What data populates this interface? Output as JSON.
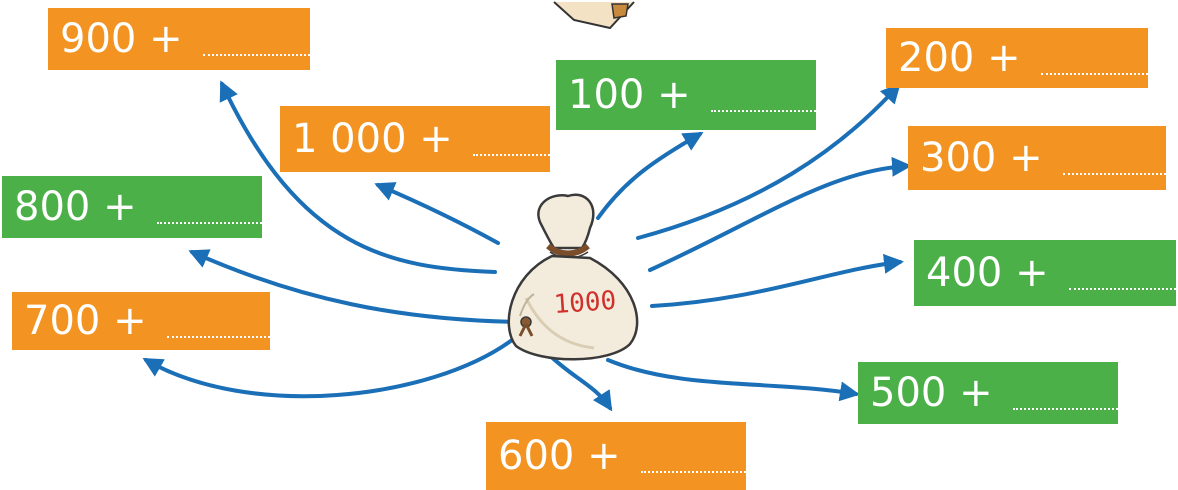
{
  "bag": {
    "value": "1000"
  },
  "boxes": {
    "b900": {
      "label": "900 +",
      "color": "#f39321"
    },
    "b100": {
      "label": "100 +",
      "color": "#4cb049"
    },
    "b1000": {
      "label": "1 000 +",
      "color": "#f39321"
    },
    "b200": {
      "label": "200 +",
      "color": "#f39321"
    },
    "b300": {
      "label": "300 +",
      "color": "#f39321"
    },
    "b800": {
      "label": "800 +",
      "color": "#4cb049"
    },
    "b400": {
      "label": "400 +",
      "color": "#4cb049"
    },
    "b700": {
      "label": "700 +",
      "color": "#f39321"
    },
    "b500": {
      "label": "500 +",
      "color": "#4cb049"
    },
    "b600": {
      "label": "600 +",
      "color": "#f39321"
    }
  },
  "arrow_color": "#1a6fb7",
  "icons": {
    "bag": "money-bag-icon",
    "top": "sketch-icon"
  }
}
